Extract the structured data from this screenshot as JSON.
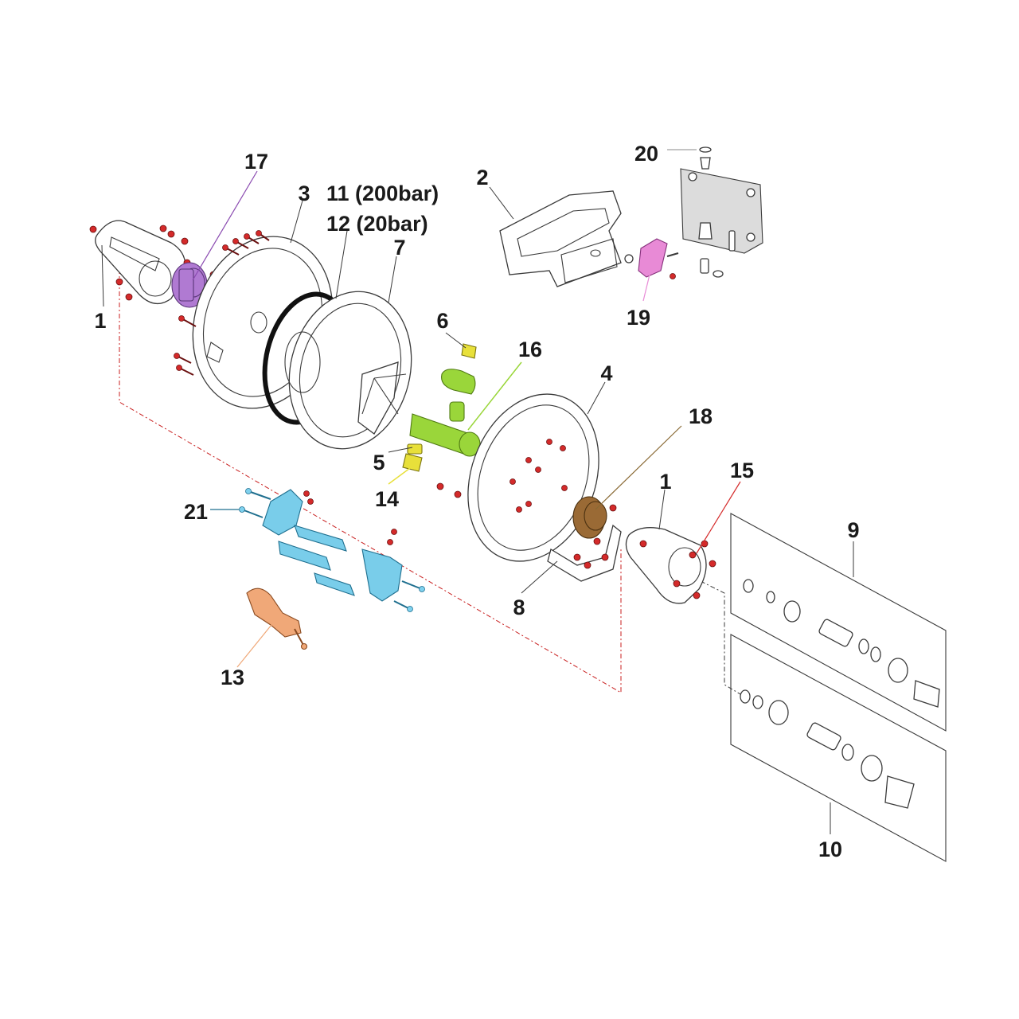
{
  "diagram": {
    "callouts": [
      {
        "id": "c1a",
        "text": "1"
      },
      {
        "id": "c1b",
        "text": "1"
      },
      {
        "id": "c2",
        "text": "2"
      },
      {
        "id": "c3",
        "text": "3"
      },
      {
        "id": "c4",
        "text": "4"
      },
      {
        "id": "c5",
        "text": "5"
      },
      {
        "id": "c6",
        "text": "6"
      },
      {
        "id": "c7",
        "text": "7"
      },
      {
        "id": "c8",
        "text": "8"
      },
      {
        "id": "c9",
        "text": "9"
      },
      {
        "id": "c10",
        "text": "10"
      },
      {
        "id": "c11",
        "text": "11 (200bar)"
      },
      {
        "id": "c12",
        "text": "12 (20bar)"
      },
      {
        "id": "c13",
        "text": "13"
      },
      {
        "id": "c14",
        "text": "14"
      },
      {
        "id": "c15",
        "text": "15"
      },
      {
        "id": "c16",
        "text": "16"
      },
      {
        "id": "c17",
        "text": "17"
      },
      {
        "id": "c18",
        "text": "18"
      },
      {
        "id": "c19",
        "text": "19"
      },
      {
        "id": "c20",
        "text": "20"
      },
      {
        "id": "c21",
        "text": "21"
      }
    ],
    "colors": {
      "part_16": "#9ad63a",
      "part_14": "#e8e03a",
      "part_17": "#b07ad2",
      "part_18": "#9a6a35",
      "part_21": "#79cdea",
      "part_13": "#f0a878",
      "part_19": "#e88ad6",
      "screws_15": "#d42a2a",
      "leader_default": "#3a3a3a"
    }
  }
}
